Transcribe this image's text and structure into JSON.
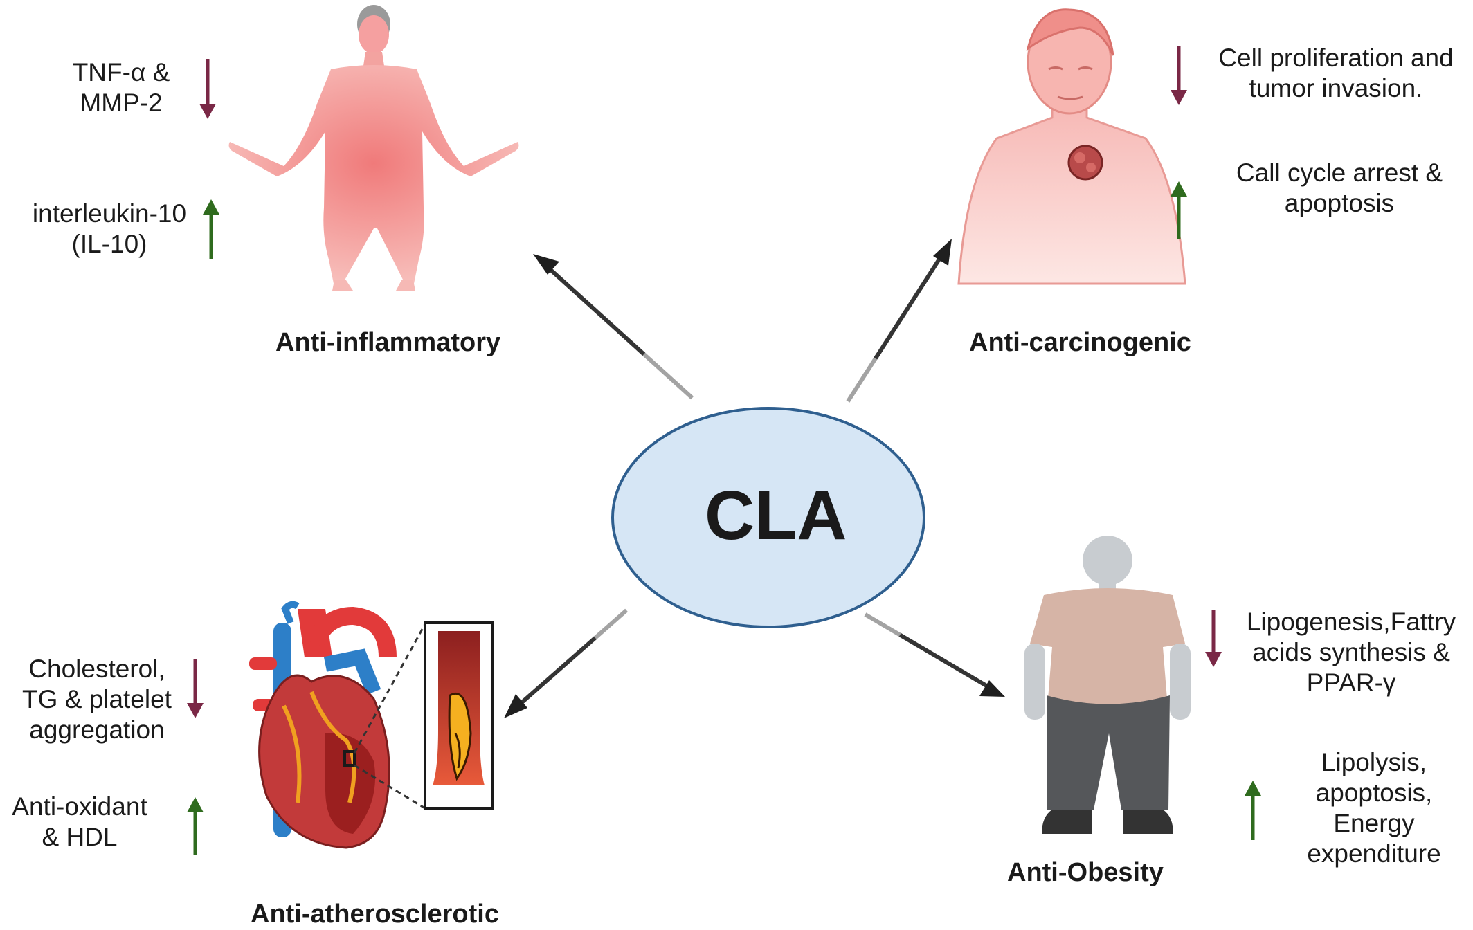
{
  "center": {
    "label": "CLA",
    "fill": "#d6e6f5",
    "stroke": "#2f5f8f"
  },
  "colors": {
    "down_arrow": "#7a2846",
    "up_arrow": "#2f6b1e",
    "connector": "#1f1f1f"
  },
  "quadrants": {
    "inflammatory": {
      "title": "Anti-inflammatory",
      "down_text": [
        "TNF-α &",
        "MMP-2"
      ],
      "up_text": [
        "interleukin-10",
        "(IL-10)"
      ]
    },
    "carcinogenic": {
      "title": "Anti-carcinogenic",
      "down_text": [
        "Cell proliferation and",
        "tumor invasion."
      ],
      "up_text": [
        "Call cycle arrest &",
        "apoptosis"
      ]
    },
    "atherosclerotic": {
      "title": "Anti-atherosclerotic",
      "down_text": [
        "Cholesterol,",
        "TG & platelet",
        "aggregation"
      ],
      "up_text": [
        "Anti-oxidant",
        "& HDL"
      ]
    },
    "obesity": {
      "title": "Anti-Obesity",
      "down_text": [
        "Lipogenesis,Fattry",
        "acids synthesis &",
        "PPAR-γ"
      ],
      "up_text": [
        "Lipolysis,",
        "apoptosis,",
        "Energy",
        "expenditure"
      ]
    }
  },
  "icons": {
    "human_body": "human-body-icon",
    "upper_torso_tumor": "torso-with-tumor-icon",
    "heart": "heart-icon",
    "artery_plaque": "artery-plaque-icon",
    "obese_person": "obese-person-icon"
  }
}
